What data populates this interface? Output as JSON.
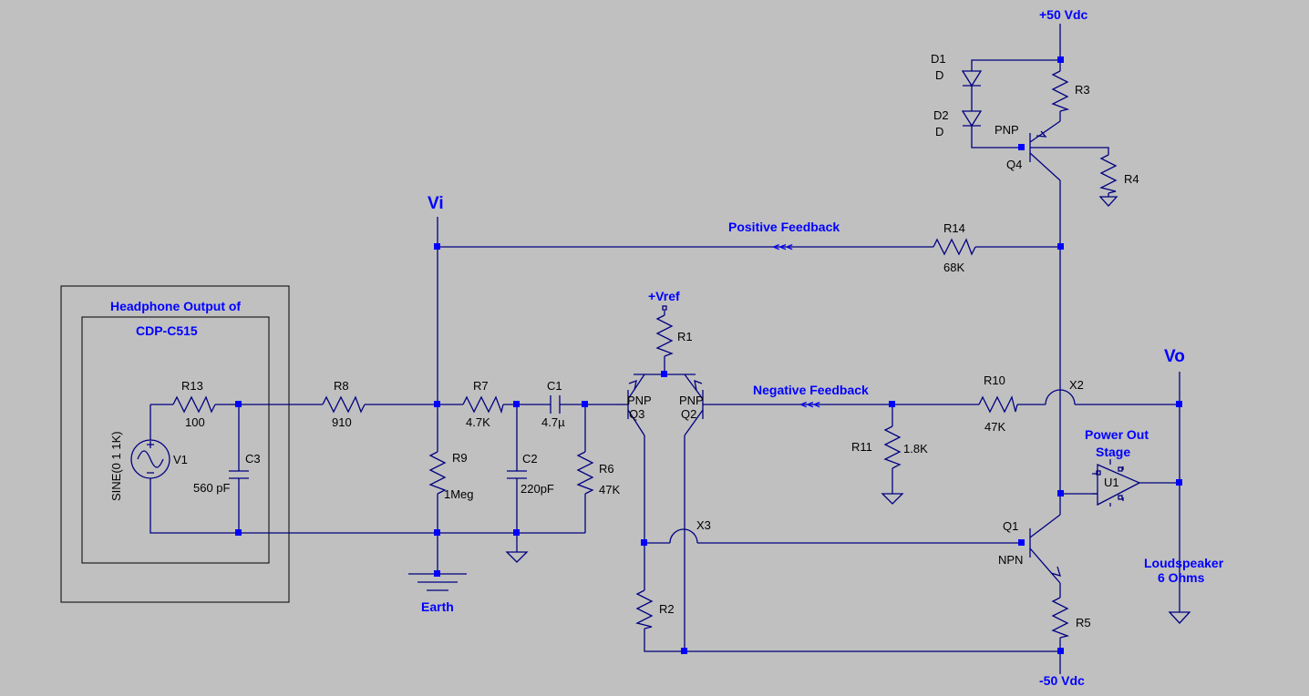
{
  "components": {
    "d1_ref": "D1",
    "d1_val": "D",
    "d2_ref": "D2",
    "d2_val": "D",
    "r1": "R1",
    "r2": "R2",
    "r3": "R3",
    "r4": "R4",
    "r5": "R5",
    "r6_ref": "R6",
    "r6_val": "47K",
    "r7_ref": "R7",
    "r7_val": "4.7K",
    "r8_ref": "R8",
    "r8_val": "910",
    "r9_ref": "R9",
    "r9_val": "1Meg",
    "r10_ref": "R10",
    "r10_val": "47K",
    "r11_ref": "R11",
    "r11_val": "1.8K",
    "r13_ref": "R13",
    "r13_val": "100",
    "r14_ref": "R14",
    "r14_val": "68K",
    "c1_ref": "C1",
    "c1_val": "4.7µ",
    "c2_ref": "C2",
    "c2_val": "220pF",
    "c3_ref": "C3",
    "c3_val": "560 pF",
    "v1_ref": "V1",
    "v1_val": "SINE(0 1 1K)",
    "q1_ref": "Q1",
    "q1_type": "NPN",
    "q2_ref": "Q2",
    "q2_type": "PNP",
    "q3_ref": "Q3",
    "q3_type": "PNP",
    "q4_ref": "Q4",
    "q4_type": "PNP",
    "u1_ref": "U1",
    "x2": "X2",
    "x3": "X3"
  },
  "nets": {
    "pos_supply": "+50 Vdc",
    "neg_supply": "-50 Vdc",
    "vref": "+Vref",
    "vi": "Vi",
    "vo": "Vo",
    "earth": "Earth"
  },
  "annotations": {
    "headphone_line1": "Headphone Output of",
    "headphone_line2": "CDP-C515",
    "positive_feedback": "Positive Feedback",
    "negative_feedback": "Negative Feedback",
    "power_out_line1": "Power Out",
    "power_out_line2": "Stage",
    "speaker_line1": "Loudspeaker",
    "speaker_line2": "6 Ohms",
    "feedback_arrows": "<<<"
  },
  "colors": {
    "background": "#c0c0c0",
    "wire": "#000080",
    "junction": "#0000ff",
    "net_label": "#0000ff",
    "component_text": "#000000"
  }
}
